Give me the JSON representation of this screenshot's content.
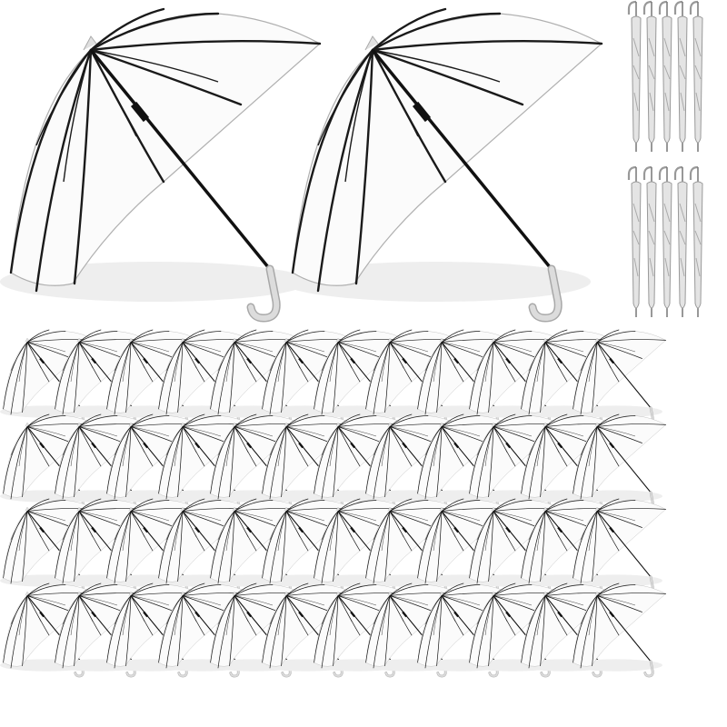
{
  "product": {
    "large_umbrella_count": 2,
    "folded_umbrella_count": 10,
    "grid_rows": 4,
    "grid_columns": 12
  },
  "colors": {
    "background": "#ffffff",
    "rib": "#1a1a1a",
    "canopy_edge": "#9a9a9a",
    "shadow": "#ececec",
    "handle": "#d8d8d8",
    "handle_edge": "#a8a8a8"
  }
}
